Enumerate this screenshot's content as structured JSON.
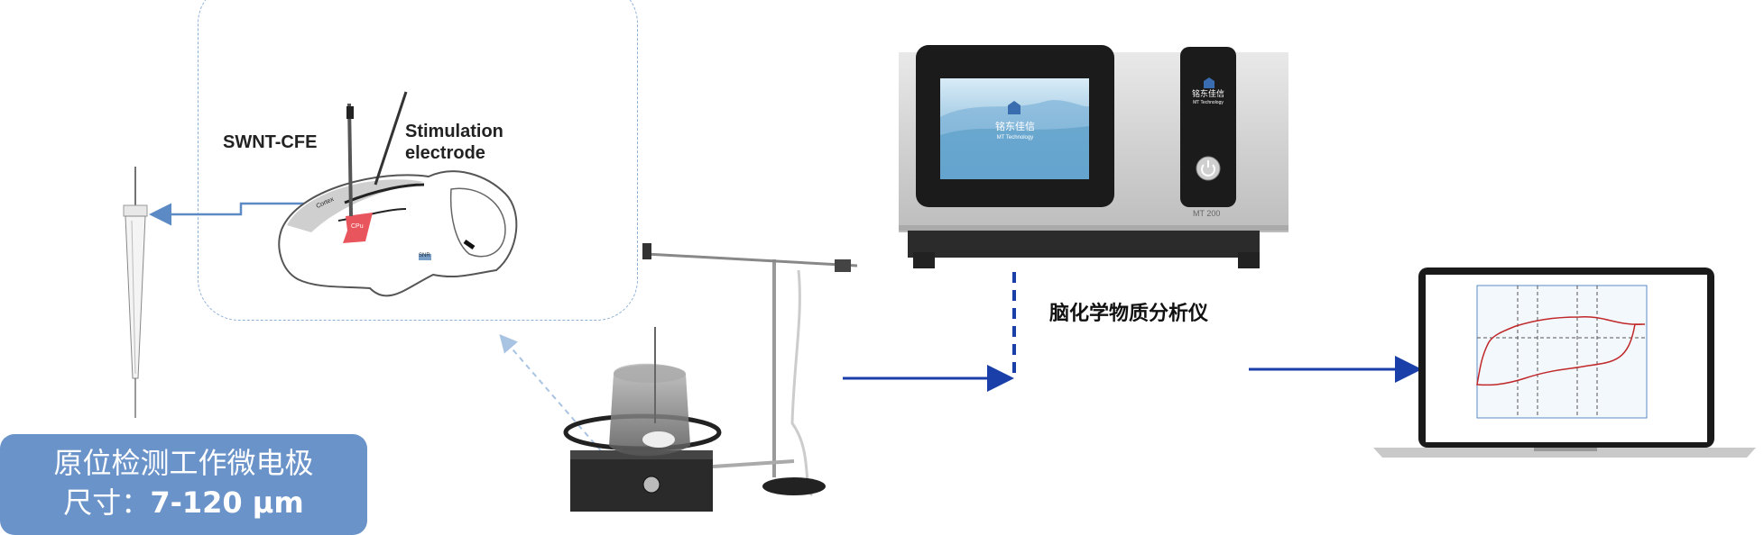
{
  "inset": {
    "probe_label": "SWNT-CFE",
    "stim_label_line1": "Stimulation",
    "stim_label_line2": "electrode",
    "region_cortex": "Cortex",
    "region_cpu": "CPu",
    "region_snr": "SNR"
  },
  "electrode_box": {
    "line1": "原位检测工作微电极",
    "line2_prefix": "尺寸：",
    "line2_value": "7-120 μm"
  },
  "device": {
    "label": "脑化学物质分析仪",
    "brand_cn": "铭东佳信",
    "brand_en": "MT Technology",
    "model": "MT 200"
  },
  "colors": {
    "arrow": "#1a3fa8",
    "connector": "#5b8ac4",
    "box": "#6a93c9",
    "cv_curve": "#c0282a",
    "brain_region": "#e9555c"
  },
  "icons": [
    "power-icon",
    "brand-logo-icon"
  ]
}
